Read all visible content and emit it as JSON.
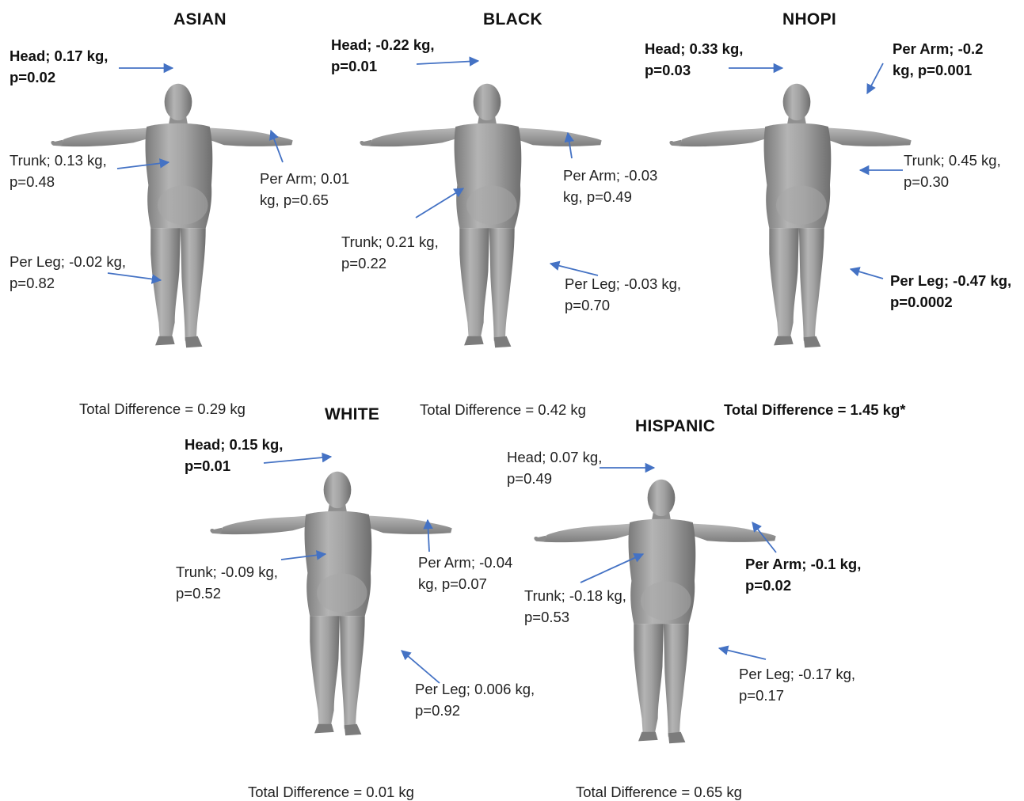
{
  "colors": {
    "arrow": "#4472c4",
    "body": "#9e9e9e"
  },
  "panels": [
    {
      "group": "ASIAN",
      "head": {
        "line1": "Head; 0.17 kg,",
        "line2": "p=0.02",
        "significant": true
      },
      "per_arm": {
        "line1": "Per Arm; 0.01",
        "line2": "kg, p=0.65",
        "significant": false
      },
      "trunk": {
        "line1": "Trunk; 0.13 kg,",
        "line2": "p=0.48",
        "significant": false
      },
      "per_leg": {
        "line1": "Per Leg; -0.02 kg,",
        "line2": "p=0.82",
        "significant": false
      },
      "total": {
        "text": "Total Difference = 0.29 kg",
        "significant": false
      }
    },
    {
      "group": "BLACK",
      "head": {
        "line1": "Head; -0.22 kg,",
        "line2": "p=0.01",
        "significant": true
      },
      "per_arm": {
        "line1": "Per Arm; -0.03",
        "line2": "kg, p=0.49",
        "significant": false
      },
      "trunk": {
        "line1": "Trunk; 0.21 kg,",
        "line2": "p=0.22",
        "significant": false
      },
      "per_leg": {
        "line1": "Per Leg; -0.03 kg,",
        "line2": "p=0.70",
        "significant": false
      },
      "total": {
        "text": "Total Difference = 0.42 kg",
        "significant": false
      }
    },
    {
      "group": "NHOPI",
      "head": {
        "line1": "Head; 0.33 kg,",
        "line2": "p=0.03",
        "significant": true
      },
      "per_arm": {
        "line1": "Per Arm; -0.2",
        "line2": "kg, p=0.001",
        "significant": true
      },
      "trunk": {
        "line1": "Trunk; 0.45 kg,",
        "line2": "p=0.30",
        "significant": false
      },
      "per_leg": {
        "line1": "Per Leg; -0.47 kg,",
        "line2": "p=0.0002",
        "significant": true
      },
      "total": {
        "text": "Total Difference = 1.45 kg*",
        "significant": true
      }
    },
    {
      "group": "WHITE",
      "head": {
        "line1": "Head; 0.15 kg,",
        "line2": "p=0.01",
        "significant": true
      },
      "per_arm": {
        "line1": "Per Arm; -0.04",
        "line2": "kg, p=0.07",
        "significant": false
      },
      "trunk": {
        "line1": "Trunk; -0.09 kg,",
        "line2": "p=0.52",
        "significant": false
      },
      "per_leg": {
        "line1": "Per Leg; 0.006 kg,",
        "line2": "p=0.92",
        "significant": false
      },
      "total": {
        "text": "Total Difference = 0.01 kg",
        "significant": false
      }
    },
    {
      "group": "HISPANIC",
      "head": {
        "line1": "Head; 0.07 kg,",
        "line2": "p=0.49",
        "significant": false
      },
      "per_arm": {
        "line1": "Per Arm; -0.1 kg,",
        "line2": "p=0.02",
        "significant": true
      },
      "trunk": {
        "line1": "Trunk; -0.18 kg,",
        "line2": "p=0.53",
        "significant": false
      },
      "per_leg": {
        "line1": "Per Leg; -0.17 kg,",
        "line2": "p=0.17",
        "significant": false
      },
      "total": {
        "text": "Total Difference = 0.65 kg",
        "significant": false
      }
    }
  ]
}
